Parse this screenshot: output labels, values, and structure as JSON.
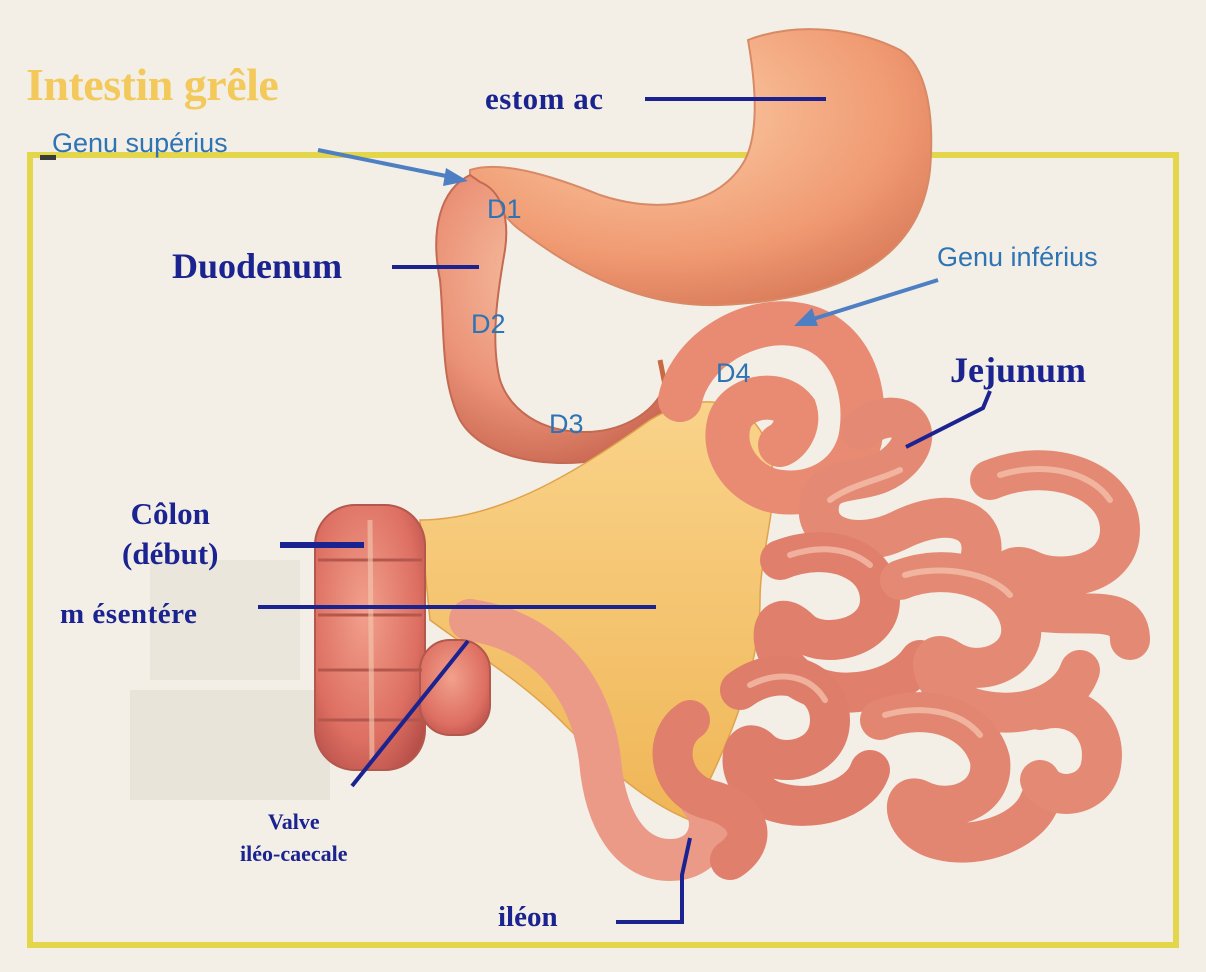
{
  "title": "Intestin grêle",
  "labels": {
    "estomac": "estom ac",
    "genu_superius": "Genu supérius",
    "duodenum": "Duodenum",
    "genu_inferius": "Genu inférius",
    "jejunum": "Jejunum",
    "d1": "D1",
    "d2": "D2",
    "d3": "D3",
    "d4": "D4",
    "colon_line1": "Côlon",
    "colon_line2": "(début)",
    "mesentere": "m ésentére",
    "valve_line1": "Valve",
    "valve_line2": "iléo-caecale",
    "ileon": "iléon"
  },
  "colors": {
    "background": "#f3efe6",
    "frame": "#e4d64b",
    "title": "#f2c95a",
    "label_navy": "#1a2390",
    "label_blue": "#2e74b5",
    "organ": "#ec9479",
    "mesentery": "#f5c46a"
  }
}
